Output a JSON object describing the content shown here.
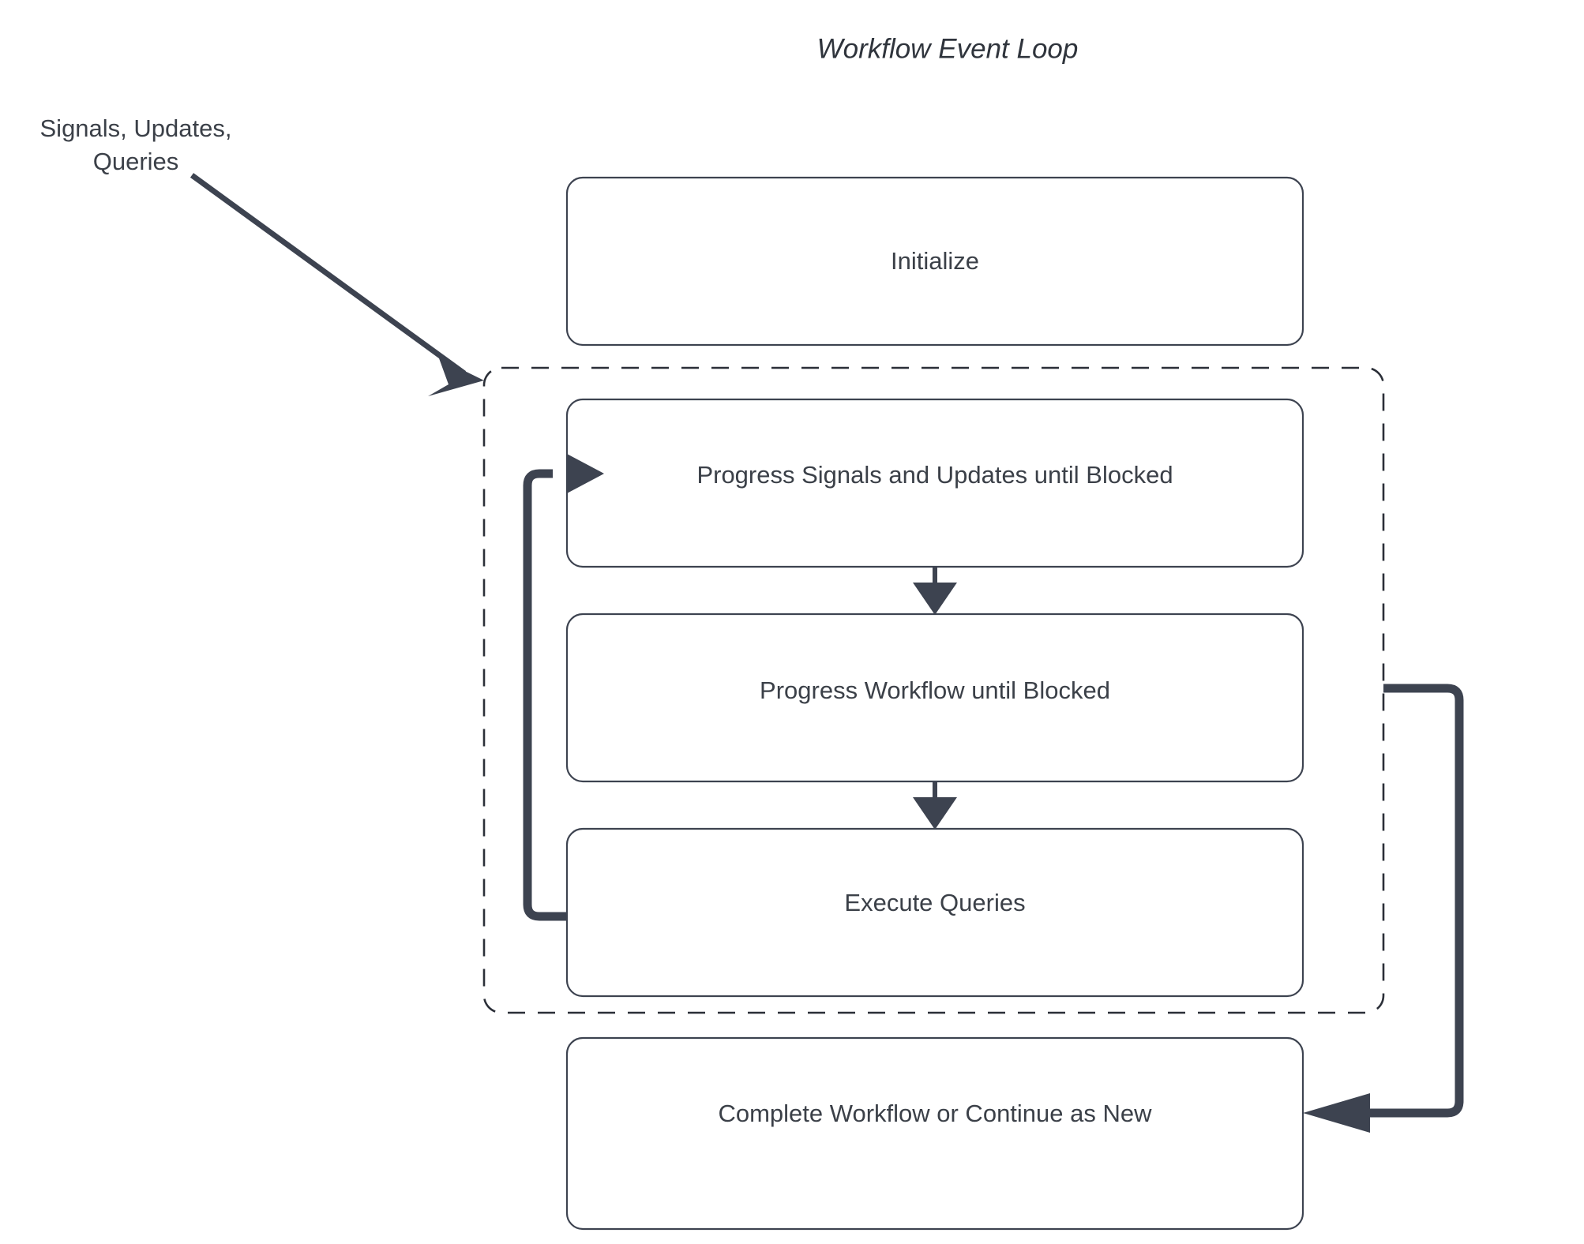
{
  "title": "Workflow Event Loop",
  "external_input": {
    "line1": "Signals, Updates,",
    "line2": "Queries"
  },
  "nodes": {
    "initialize": "Initialize",
    "progress_signals": "Progress Signals and Updates until Blocked",
    "progress_workflow": "Progress Workflow until Blocked",
    "execute_queries": "Execute Queries",
    "complete_workflow": "Complete Workflow or Continue as New"
  },
  "colors": {
    "line": "#3d4350",
    "dashed_border": "#2b2f38",
    "box_fill": "#ffffff",
    "text": "#3b4048",
    "background": "#ffffff"
  },
  "icons": {
    "incoming_arrow": "diagonal-arrow-icon",
    "loop_back_arrow": "loop-back-arrow-icon",
    "continue_arrow": "continue-arrow-icon",
    "flow_arrow_1": "down-arrow-icon",
    "flow_arrow_2": "down-arrow-icon"
  }
}
